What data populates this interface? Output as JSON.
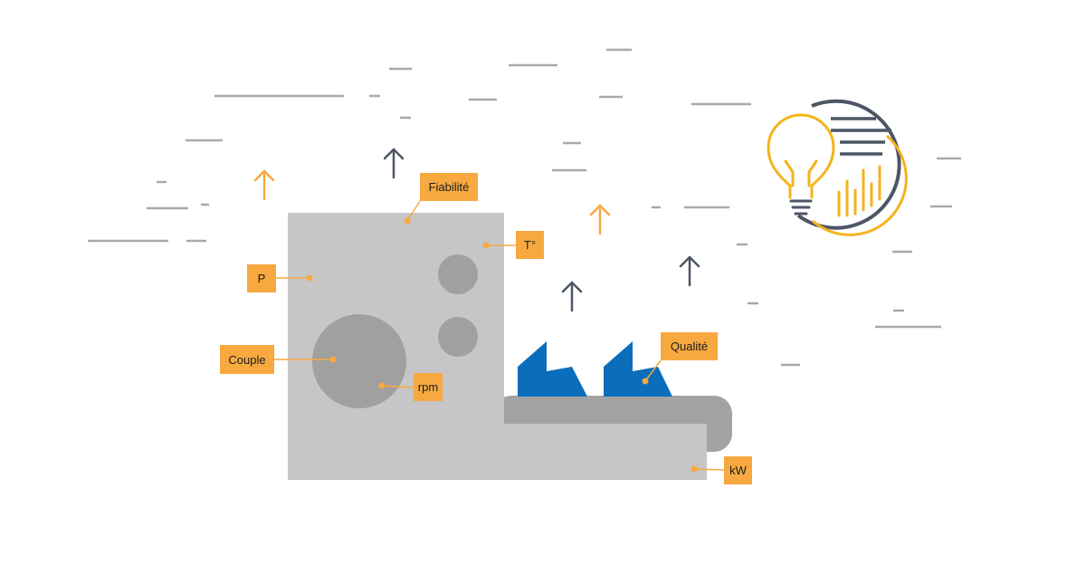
{
  "colors": {
    "background": "#ffffff",
    "machine": "#c6c6c6",
    "dial": "#a0a0a0",
    "belt": "#a3a3a3",
    "label_fill": "#f7a940",
    "accent_orange": "#f7a940",
    "arrow_slate": "#4d5566",
    "product_blue": "#0a6ebd",
    "dash_gray": "#a7a9ad",
    "bulb_yellow": "#f5b31c"
  },
  "labels": {
    "fiabilite": "Fiabilité",
    "temperature": "T°",
    "pression": "P",
    "couple": "Couple",
    "rpm": "rpm",
    "qualite": "Qualité",
    "kw": "kW"
  },
  "icons": {
    "up_arrow": "up-arrow-icon",
    "insight": "lightbulb-insight-icon"
  }
}
